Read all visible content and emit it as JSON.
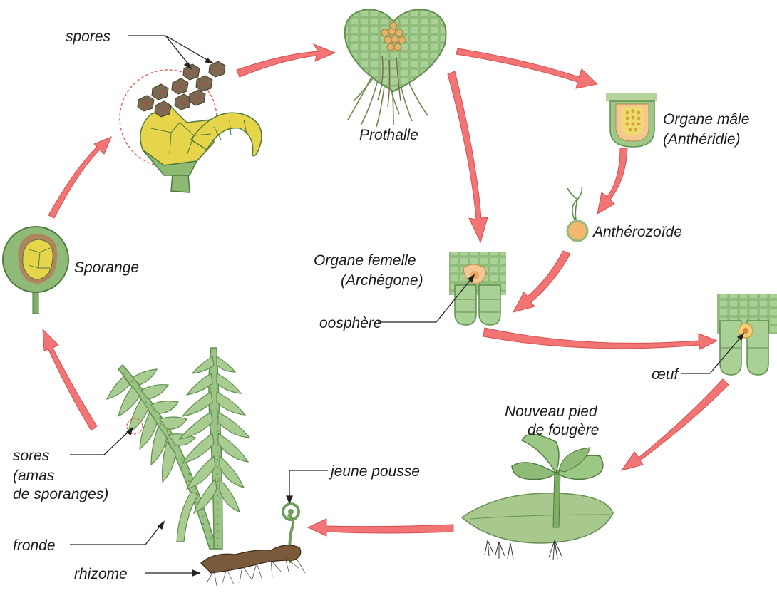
{
  "labels": {
    "spores": "spores",
    "prothalle": "Prothalle",
    "organe_male_1": "Organe mâle",
    "organe_male_2": "(Anthéridie)",
    "antherozoide": "Anthérozoïde",
    "sporange": "Sporange",
    "organe_femelle_1": "Organe femelle",
    "organe_femelle_2": "(Archégone)",
    "oosphere": "oosphère",
    "oeuf": "œuf",
    "nouveau_1": "Nouveau pied",
    "nouveau_2": "de fougère",
    "sores_1": "sores",
    "sores_2": "(amas",
    "sores_3": "de sporanges)",
    "jeune_pousse": "jeune pousse",
    "fronde": "fronde",
    "rhizome": "rhizome"
  },
  "colors": {
    "arrow": "#f06a6a",
    "leaf_light": "#b4d49c",
    "leaf": "#8fba78",
    "leaf_dark": "#5e8f4c",
    "yellow": "#e8d24a",
    "brown": "#8a6a4a",
    "spore": "#7a6850",
    "tan": "#f0c890"
  }
}
